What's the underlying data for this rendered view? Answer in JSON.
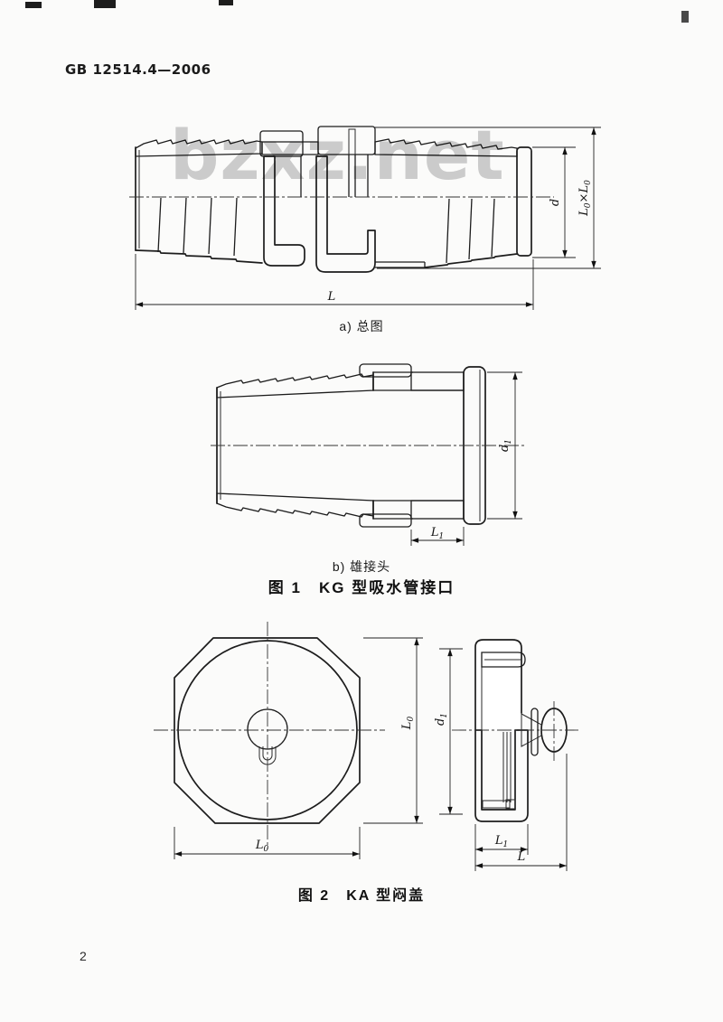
{
  "page": {
    "standard_code": "GB 12514.4—2006",
    "page_number": "2",
    "watermark": "bzxz.net"
  },
  "figure1": {
    "caption_general": "a) 总图",
    "caption_male": "b) 雄接头",
    "title": "图 1　KG 型吸水管接口"
  },
  "figure2": {
    "title": "图 2　KA 型闷盖"
  },
  "dim_labels": {
    "L": "L",
    "d": "d",
    "times": "×",
    "L0": {
      "main": "L",
      "sub": "0"
    },
    "L1": {
      "main": "L",
      "sub": "1"
    },
    "d1": {
      "main": "d",
      "sub": "1"
    }
  }
}
